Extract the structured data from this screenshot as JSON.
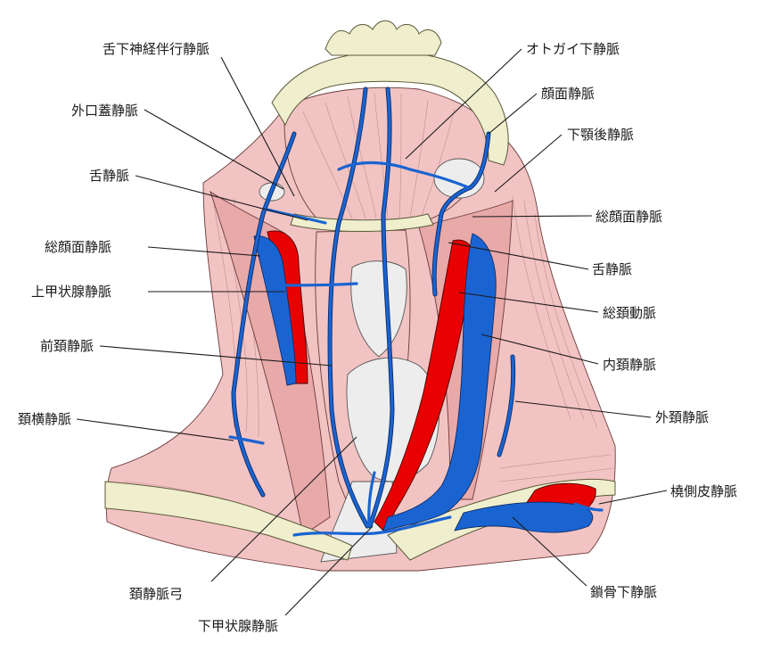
{
  "labels": {
    "hypoglossal_comitans": "舌下神経伴行静脈",
    "external_palatine": "外口蓋静脈",
    "lingual_left": "舌静脈",
    "common_facial_left": "総顔面静脈",
    "superior_thyroid": "上甲状腺静脈",
    "anterior_jugular": "前頚静脈",
    "transverse_cervical": "頚横静脈",
    "jugular_venous_arch": "頚静脈弓",
    "inferior_thyroid": "下甲状腺静脈",
    "submental": "オトガイ下静脈",
    "facial": "顔面静脈",
    "retromandibular": "下顎後静脈",
    "common_facial_right": "総顔面静脈",
    "lingual_right": "舌静脈",
    "common_carotid": "総頚動脈",
    "internal_jugular": "内頚静脈",
    "external_jugular": "外頚静脈",
    "cephalic": "橈側皮静脈",
    "subclavian": "鎖骨下静脈"
  },
  "colors": {
    "vein": "#1a64d2",
    "artery": "#e80000",
    "muscle": "#f2c3c3",
    "bone": "#efeecd",
    "gland": "#ededed"
  }
}
